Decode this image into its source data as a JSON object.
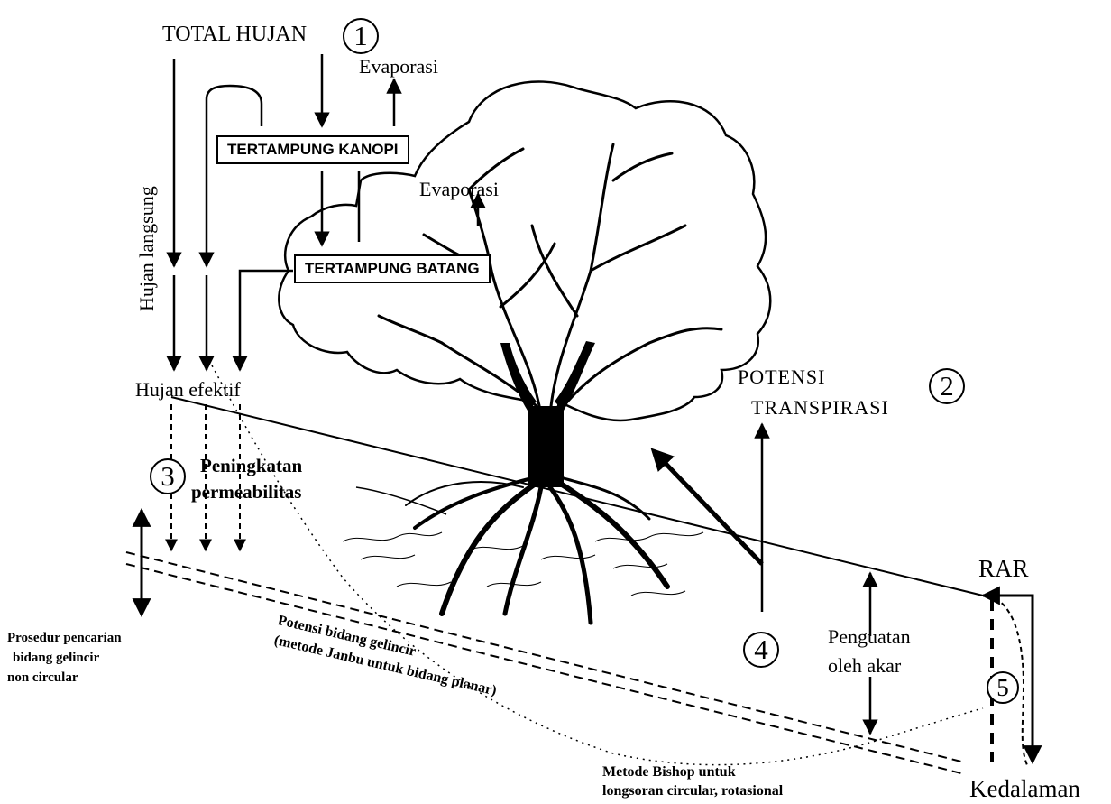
{
  "title": "TOTAL HUJAN",
  "markers": {
    "m1": "1",
    "m2": "2",
    "m3": "3",
    "m4": "4",
    "m5": "5"
  },
  "labels": {
    "evaporasi_top": "Evaporasi",
    "evaporasi_mid": "Evaporasi",
    "tertampung_kanopi": "TERTAMPUNG KANOPI",
    "tertampung_batang": "TERTAMPUNG BATANG",
    "hujan_langsung": "Hujan langsung",
    "hujan_efektif": "Hujan efektif",
    "potensi_transpirasi_1": "POTENSI",
    "potensi_transpirasi_2": "TRANSPIRASI",
    "peningkatan_1": "Peningkatan",
    "peningkatan_2": "permeabilitas",
    "rar": "RAR",
    "penguatan_1": "Penguatan",
    "penguatan_2": "oleh akar",
    "kedalaman": "Kedalaman",
    "prosedur_1": "Prosedur pencarian",
    "prosedur_2": "bidang gelincir",
    "prosedur_3": "non circular",
    "potensi_bidang_1": "Potensi bidang gelincir",
    "potensi_bidang_2": "(metode Janbu untuk bidang planar)",
    "bishop_1": "Metode Bishop untuk",
    "bishop_2": "longsoran circular, rotasional"
  }
}
